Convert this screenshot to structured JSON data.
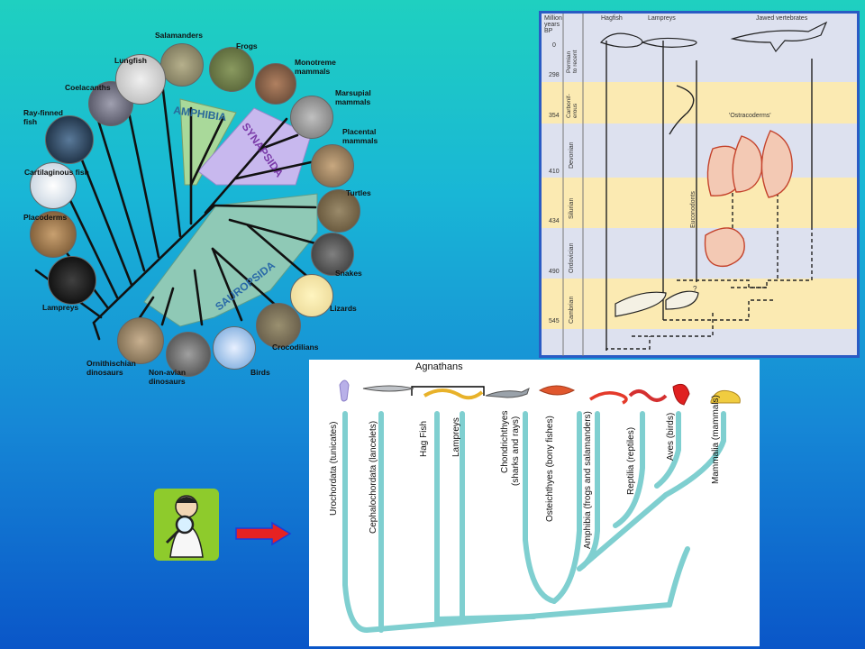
{
  "circular_tree": {
    "taxa": [
      {
        "label": "Salamanders"
      },
      {
        "label": "Frogs"
      },
      {
        "label": "Monotreme\nmammals"
      },
      {
        "label": "Marsupial\nmammals"
      },
      {
        "label": "Placental\nmammals"
      },
      {
        "label": "Turtles"
      },
      {
        "label": "Snakes"
      },
      {
        "label": "Lizards"
      },
      {
        "label": "Crocodilians"
      },
      {
        "label": "Birds"
      },
      {
        "label": "Non-avian\ndinosaurs"
      },
      {
        "label": "Ornithischian\ndinosaurs"
      },
      {
        "label": "Lampreys"
      },
      {
        "label": "Placoderms"
      },
      {
        "label": "Cartilaginous fish"
      },
      {
        "label": "Ray-finned\nfish"
      },
      {
        "label": "Coelacanths"
      },
      {
        "label": "Lungfish"
      }
    ],
    "group_labels": {
      "amphibia": "AMPHIBIA",
      "synapsida": "SYNAPSIDA",
      "sauropsida": "SAUROPSIDA"
    },
    "colors": {
      "amphibia": "#a9d99a",
      "synapsida": "#c8b8ee",
      "sauropsida": "#8fc9b6"
    }
  },
  "timeline": {
    "header": {
      "years": "Million\nyears\nBP",
      "zero": "0",
      "hagfish": "Hagfish",
      "lampreys": "Lampreys",
      "jawed": "Jawed vertebrates"
    },
    "periods": [
      {
        "age": "298",
        "name": "Permian\nto recent",
        "band": "#dde1ef"
      },
      {
        "age": "354",
        "name": "Carbonif-\nerous",
        "band": "#fbeab2"
      },
      {
        "age": "410",
        "name": "Devonian",
        "band": "#dde1ef"
      },
      {
        "age": "434",
        "name": "Silurian",
        "band": "#fbeab2"
      },
      {
        "age": "490",
        "name": "Ordovician",
        "band": "#dde1ef"
      },
      {
        "age": "545",
        "name": "Cambrian",
        "band": "#fbeab2"
      }
    ],
    "ostracoderms": "'Ostracoderms'",
    "euconodonts": "Euconodonts",
    "question": "?"
  },
  "cladogram": {
    "group_label": "Agnathans",
    "taxa": [
      "Urochordata (tunicates)",
      "Cephalochordata (lancelets)",
      "Hag Fish",
      "Lampreys",
      "Chondrichthyes",
      "(sharks and rays)",
      "Osteichthyes (bony fishes)",
      "Amphibia (frogs and salamanders)",
      "Reptilia (reptiles)",
      "Aves (birds)",
      "Mammalia (mammals)"
    ],
    "branch_color": "#7fcfd0"
  }
}
